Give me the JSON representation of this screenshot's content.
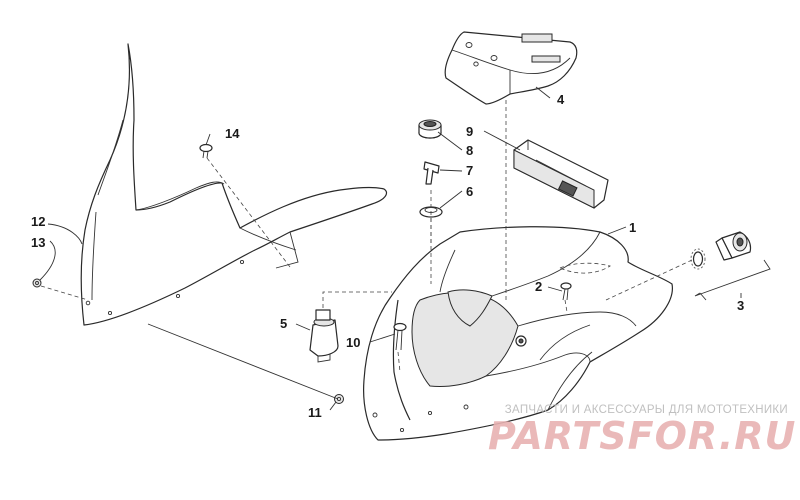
{
  "diagram": {
    "callouts": {
      "n1": "1",
      "n2": "2",
      "n3": "3",
      "n4": "4",
      "n5": "5",
      "n6": "6",
      "n7": "7",
      "n8": "8",
      "n9": "9",
      "n10": "10",
      "n11": "11",
      "n12": "12",
      "n13": "13",
      "n14": "14"
    }
  },
  "watermark": {
    "caption": "ЗАПЧАСТИ И АКСЕССУАРЫ ДЛЯ МОТОТЕХНИКИ",
    "logo": "PARTSFOR.RU"
  },
  "colors": {
    "line": "#2a2a2a",
    "watermark_text": "#c0c0c0",
    "watermark_logo": "#e8b2b2"
  }
}
